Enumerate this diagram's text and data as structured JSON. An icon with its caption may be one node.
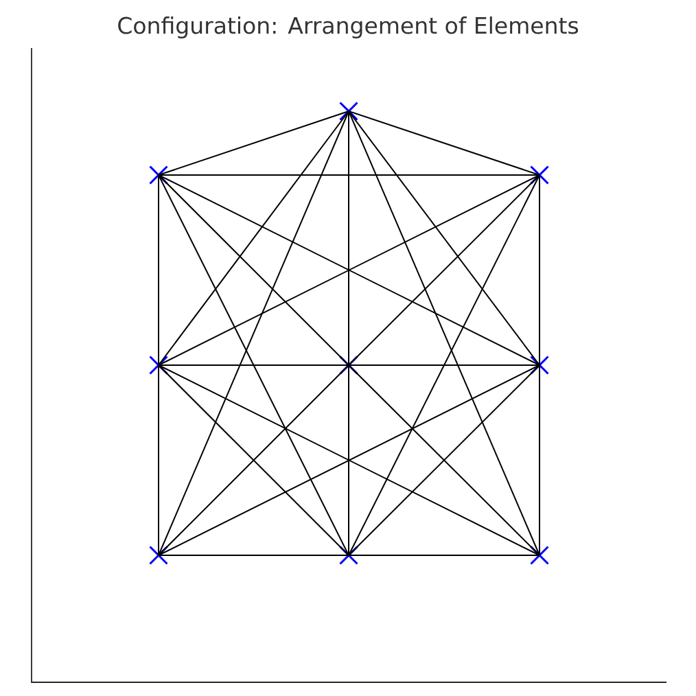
{
  "diagram": {
    "title": "Configuration: Arrangement of Elements",
    "nodes": [
      {
        "text": [],
        "shape": "cross"
      },
      {
        "text": [],
        "shape": "cross"
      },
      {
        "text": [],
        "shape": "cross"
      },
      {
        "text": [],
        "shape": "cross"
      },
      {
        "text": [],
        "shape": "cross"
      },
      {
        "text": [],
        "shape": "cross"
      },
      {
        "text": [],
        "shape": "cross"
      },
      {
        "text": [],
        "shape": "cross"
      },
      {
        "text": [],
        "shape": "cross"
      }
    ],
    "edges": [
      {
        "from": 0,
        "to": 1,
        "arrow": "none"
      },
      {
        "from": 0,
        "to": 2,
        "arrow": "none"
      },
      {
        "from": 0,
        "to": 4,
        "arrow": "none"
      },
      {
        "from": 4,
        "to": 7,
        "arrow": "none"
      },
      {
        "from": 0,
        "to": 3,
        "arrow": "none"
      },
      {
        "from": 0,
        "to": 6,
        "arrow": "none"
      },
      {
        "from": 0,
        "to": 5,
        "arrow": "none"
      },
      {
        "from": 0,
        "to": 8,
        "arrow": "none"
      },
      {
        "from": 1,
        "to": 2,
        "arrow": "none"
      },
      {
        "from": 1,
        "to": 3,
        "arrow": "none"
      },
      {
        "from": 3,
        "to": 6,
        "arrow": "none"
      },
      {
        "from": 1,
        "to": 4,
        "arrow": "none"
      },
      {
        "from": 4,
        "to": 8,
        "arrow": "none"
      },
      {
        "from": 1,
        "to": 5,
        "arrow": "none"
      },
      {
        "from": 1,
        "to": 7,
        "arrow": "none"
      },
      {
        "from": 2,
        "to": 5,
        "arrow": "none"
      },
      {
        "from": 5,
        "to": 8,
        "arrow": "none"
      },
      {
        "from": 2,
        "to": 4,
        "arrow": "none"
      },
      {
        "from": 4,
        "to": 6,
        "arrow": "none"
      },
      {
        "from": 2,
        "to": 3,
        "arrow": "none"
      },
      {
        "from": 2,
        "to": 7,
        "arrow": "none"
      },
      {
        "from": 3,
        "to": 4,
        "arrow": "none"
      },
      {
        "from": 4,
        "to": 5,
        "arrow": "none"
      },
      {
        "from": 3,
        "to": 8,
        "arrow": "none"
      },
      {
        "from": 3,
        "to": 7,
        "arrow": "none"
      },
      {
        "from": 5,
        "to": 6,
        "arrow": "none"
      },
      {
        "from": 5,
        "to": 7,
        "arrow": "none"
      },
      {
        "from": 6,
        "to": 7,
        "arrow": "none"
      },
      {
        "from": 7,
        "to": 8,
        "arrow": "none"
      }
    ]
  }
}
